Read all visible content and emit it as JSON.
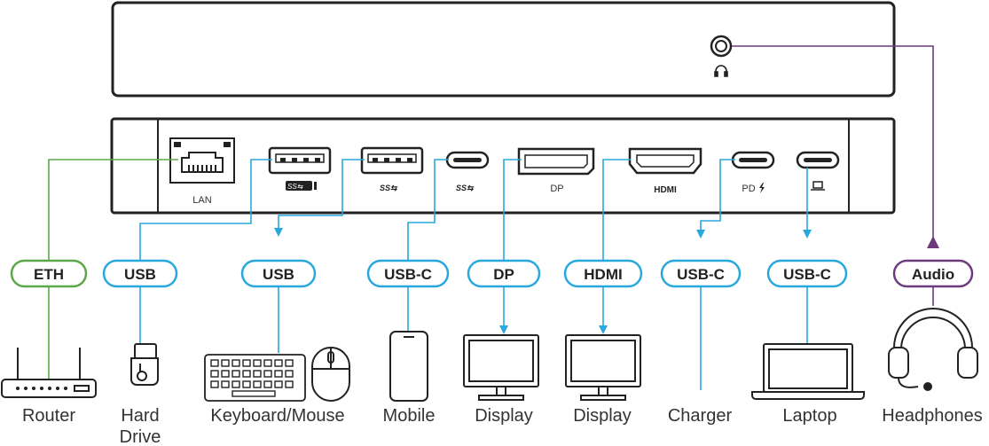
{
  "colors": {
    "blue": "#29a8dd",
    "green": "#5ca84a",
    "purple": "#6d3a7e",
    "outline": "#222222",
    "text": "#333333"
  },
  "device": {
    "headphone_port_icon": "headphone-icon",
    "ports": {
      "lan": "LAN",
      "usb_a1": "usb-superspeed-charging-icon",
      "usb_a2": "usb-superspeed-icon",
      "usb_c1": "usb-superspeed-icon",
      "dp": "DP",
      "hdmi": "HDMI",
      "pd": "PD",
      "laptop": "laptop-icon"
    }
  },
  "connections": [
    {
      "id": "eth",
      "label": "ETH",
      "device": "Router",
      "color": "green"
    },
    {
      "id": "usb1",
      "label": "USB",
      "device": "Hard Drive",
      "color": "blue"
    },
    {
      "id": "usb2",
      "label": "USB",
      "device": "Keyboard/Mouse",
      "color": "blue"
    },
    {
      "id": "usbc1",
      "label": "USB-C",
      "device": "Mobile",
      "color": "blue"
    },
    {
      "id": "dp",
      "label": "DP",
      "device": "Display",
      "color": "blue"
    },
    {
      "id": "hdmi",
      "label": "HDMI",
      "device": "Display",
      "color": "blue"
    },
    {
      "id": "usbc2",
      "label": "USB-C",
      "device": "Charger",
      "color": "blue"
    },
    {
      "id": "usbc3",
      "label": "USB-C",
      "device": "Laptop",
      "color": "blue"
    },
    {
      "id": "audio",
      "label": "Audio",
      "device": "Headphones",
      "color": "purple"
    }
  ],
  "hard_drive_lines": [
    "Hard",
    "Drive"
  ]
}
